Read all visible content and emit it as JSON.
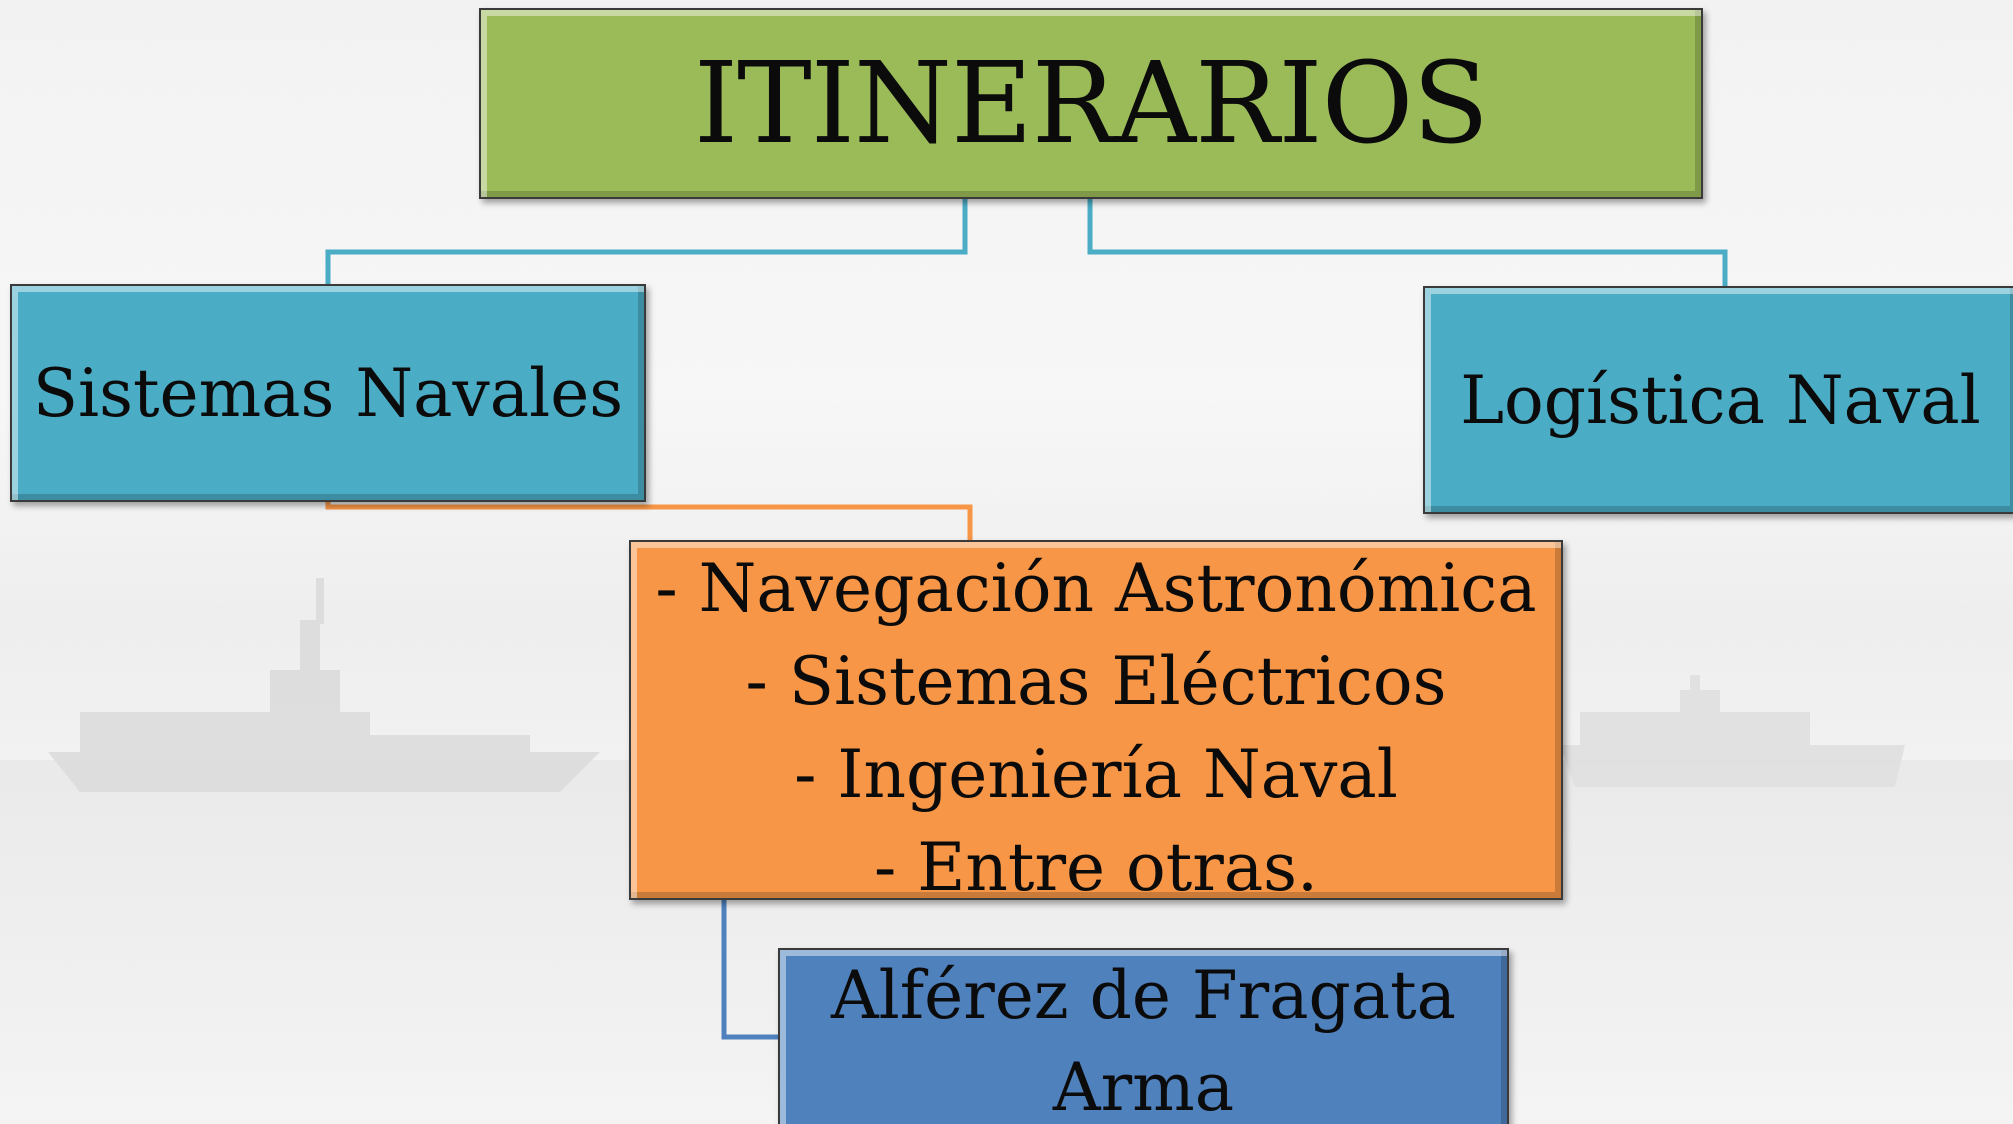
{
  "diagram": {
    "title": "ITINERARIOS",
    "branches": {
      "sistemas": "Sistemas Navales",
      "logistica": "Logística Naval"
    },
    "cursos": [
      "- Navegación Astronómica",
      "- Sistemas Eléctricos",
      "- Ingeniería Naval",
      "- Entre otras."
    ],
    "rango": [
      "Alférez de Fragata",
      "Arma"
    ]
  },
  "colors": {
    "title_box": "#9bbb59",
    "branch_box": "#4bacc6",
    "cursos_box": "#f79646",
    "rango_box": "#4f81bd",
    "connector_blue": "#4bacc6",
    "connector_orange": "#f79646",
    "connector_darkblue": "#4f81bd"
  }
}
